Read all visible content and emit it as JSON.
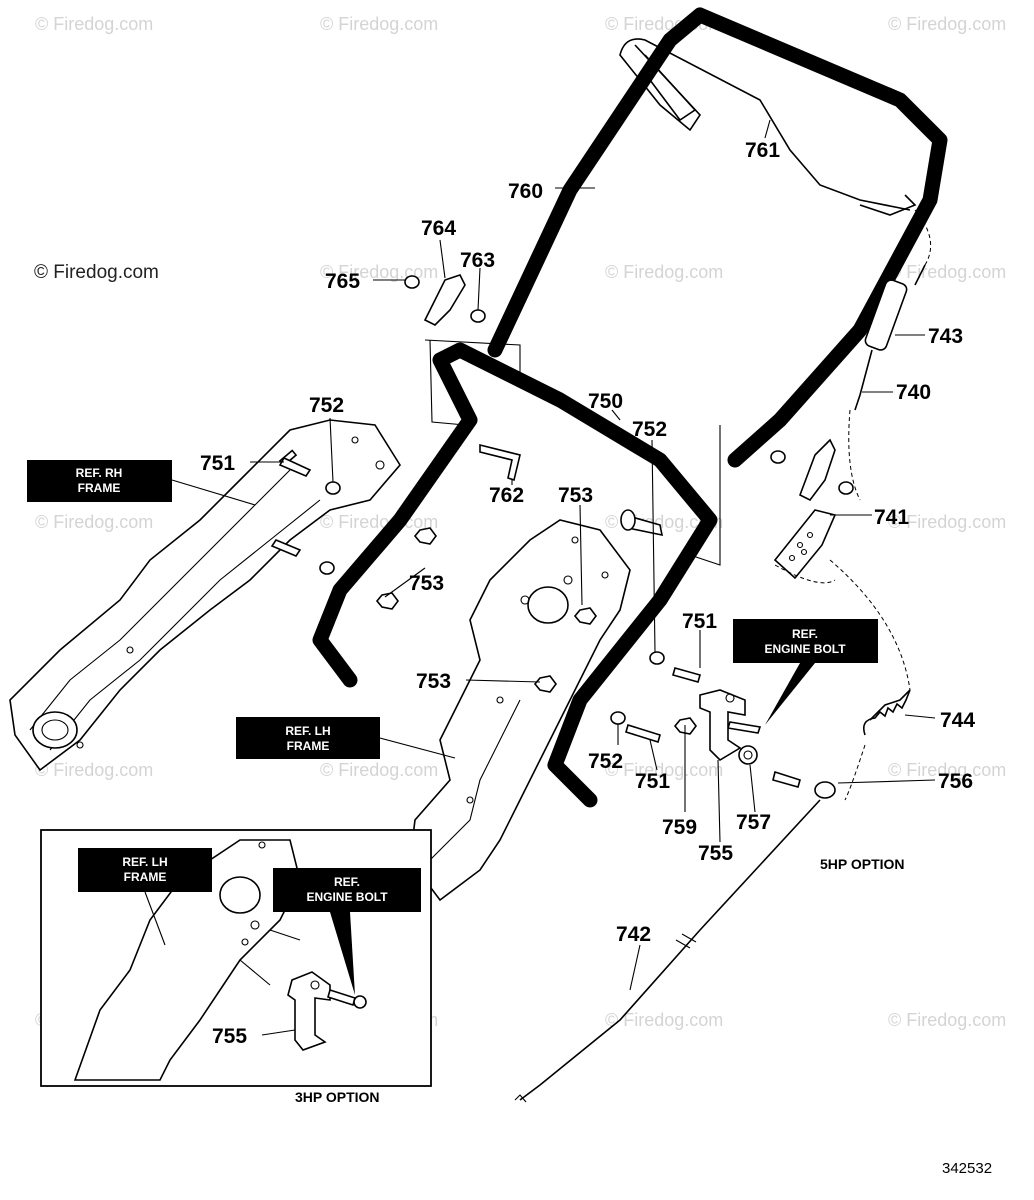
{
  "watermarks": {
    "main": "© Firedog.com",
    "repeat": "© Firedog.com"
  },
  "callouts": {
    "p761": "761",
    "p760": "760",
    "p764": "764",
    "p763": "763",
    "p765": "765",
    "p743": "743",
    "p740": "740",
    "p752a": "752",
    "p750": "750",
    "p752b": "752",
    "p751a": "751",
    "p762": "762",
    "p753a": "753",
    "p753b": "753",
    "p741": "741",
    "p751b": "751",
    "p753c": "753",
    "p744": "744",
    "p752c": "752",
    "p751c": "751",
    "p756": "756",
    "p759": "759",
    "p757": "757",
    "p755a": "755",
    "p742": "742",
    "p755b": "755"
  },
  "reference_boxes": {
    "rh_frame": [
      "REF. RH",
      "FRAME"
    ],
    "lh_frame": [
      "REF. LH",
      "FRAME"
    ],
    "engine_bolt": [
      "REF.",
      "ENGINE BOLT"
    ],
    "inset_lh_frame": [
      "REF. LH",
      "FRAME"
    ],
    "inset_engine_bolt": [
      "REF.",
      "ENGINE BOLT"
    ]
  },
  "options": {
    "five_hp": "5HP OPTION",
    "three_hp": "3HP OPTION"
  },
  "diagram_code": "342532"
}
